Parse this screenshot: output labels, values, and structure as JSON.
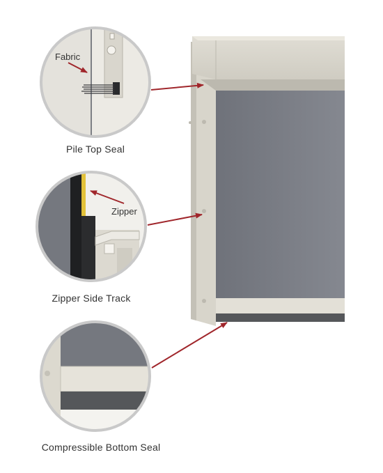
{
  "colors": {
    "frame": "#d5d2c8",
    "frame_shadow": "#b7b4aa",
    "fabric": "#7b7e86",
    "bottom_seal": "#55575a",
    "arrow": "#a0262b",
    "circle_border": "#c9c9c9",
    "zipper_yellow": "#e3c23a"
  },
  "details": [
    {
      "callout": "Fabric",
      "caption": "Pile Top Seal",
      "icon": "pile-top-seal-detail"
    },
    {
      "callout": "Zipper",
      "caption": "Zipper Side Track",
      "icon": "zipper-side-track-detail"
    },
    {
      "callout": "",
      "caption": "Compressible Bottom Seal",
      "icon": "bottom-seal-detail"
    }
  ]
}
